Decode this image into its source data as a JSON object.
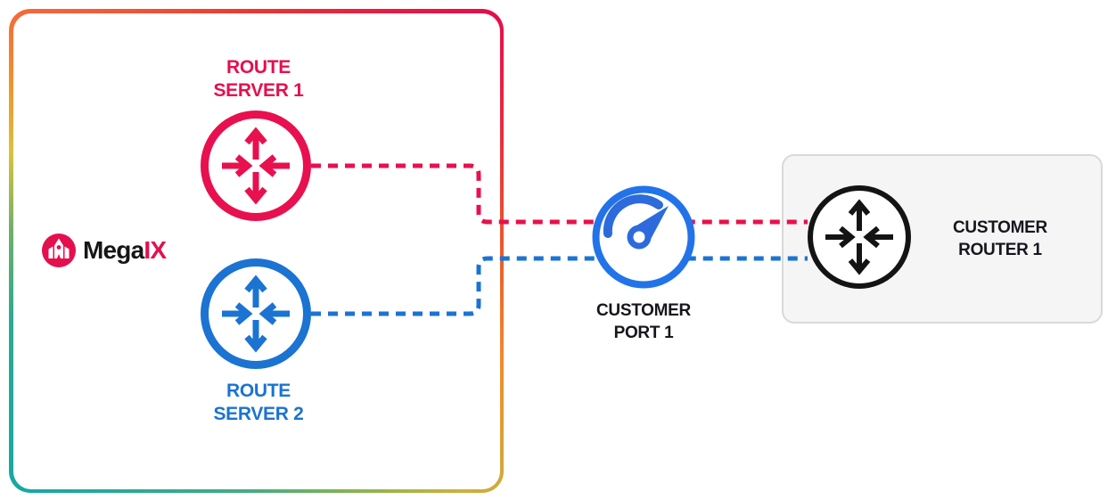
{
  "brand": {
    "logo_primary": "Mega",
    "logo_accent": "IX"
  },
  "ix_cloud": {
    "route_server_1": {
      "label": "ROUTE SERVER 1"
    },
    "route_server_2": {
      "label": "ROUTE SERVER 2"
    }
  },
  "customer_port": {
    "label": "CUSTOMER PORT 1"
  },
  "customer_router": {
    "label": "CUSTOMER ROUTER 1"
  },
  "links": [
    {
      "from": "route-server-1",
      "via": "customer-port-1",
      "to": "customer-router-1",
      "style": "dashed",
      "color": "#e8104e"
    },
    {
      "from": "route-server-2",
      "via": "customer-port-1",
      "to": "customer-router-1",
      "style": "dashed",
      "color": "#1b73d2"
    }
  ],
  "colors": {
    "route_server_1": "#e8104e",
    "route_server_2": "#1b73d2",
    "customer_router": "#141414",
    "port_ring_top": "#2273e9",
    "port_ring_bottom": "#8a3ed2",
    "port_gauge": "#2d6bdc",
    "brand_accent": "#e50f4e",
    "router_box_bg": "#f5f5f6",
    "router_box_border": "#d9d9d9",
    "ix_border_gradient": [
      "#f4693b",
      "#e50d4d",
      "#ea5a28",
      "#c9b23f",
      "#4aab80",
      "#17a8a4",
      "#d9c23d",
      "#f0912c"
    ]
  }
}
